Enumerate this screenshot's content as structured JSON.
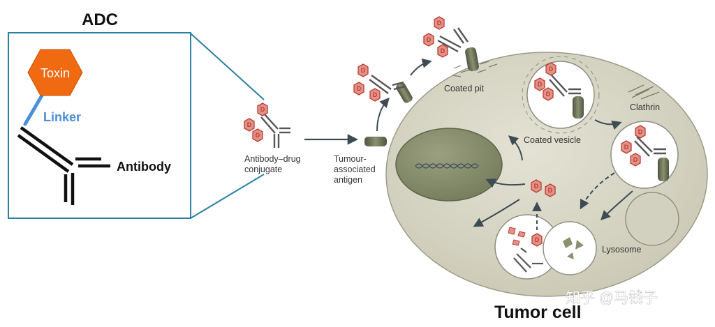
{
  "adc_panel": {
    "title": "ADC",
    "toxin_label": "Toxin",
    "linker_label": "Linker",
    "antibody_label": "Antibody"
  },
  "drug_symbol": "D",
  "labels": {
    "antibody_drug_conjugate_line1": "Antibody–drug",
    "antibody_drug_conjugate_line2": "conjugate",
    "tumour_antigen_line1": "Tumour-",
    "tumour_antigen_line2": "associated",
    "tumour_antigen_line3": "antigen",
    "coated_pit": "Coated pit",
    "coated_vesicle": "Coated vesicle",
    "clathrin": "Clathrin",
    "lysosome": "Lysosome"
  },
  "cell_title": "Tumor cell",
  "watermark": "知乎 @马钱子",
  "colors": {
    "toxin_orange": "#f06a11",
    "linker_blue": "#4a8fd8",
    "frame_teal": "#2a7fa2",
    "cell_fill": "#d7d5c4",
    "nucleus_fill": "#8a9070",
    "receptor_green": "#6d7353",
    "drug_pink": "#e0938a"
  }
}
